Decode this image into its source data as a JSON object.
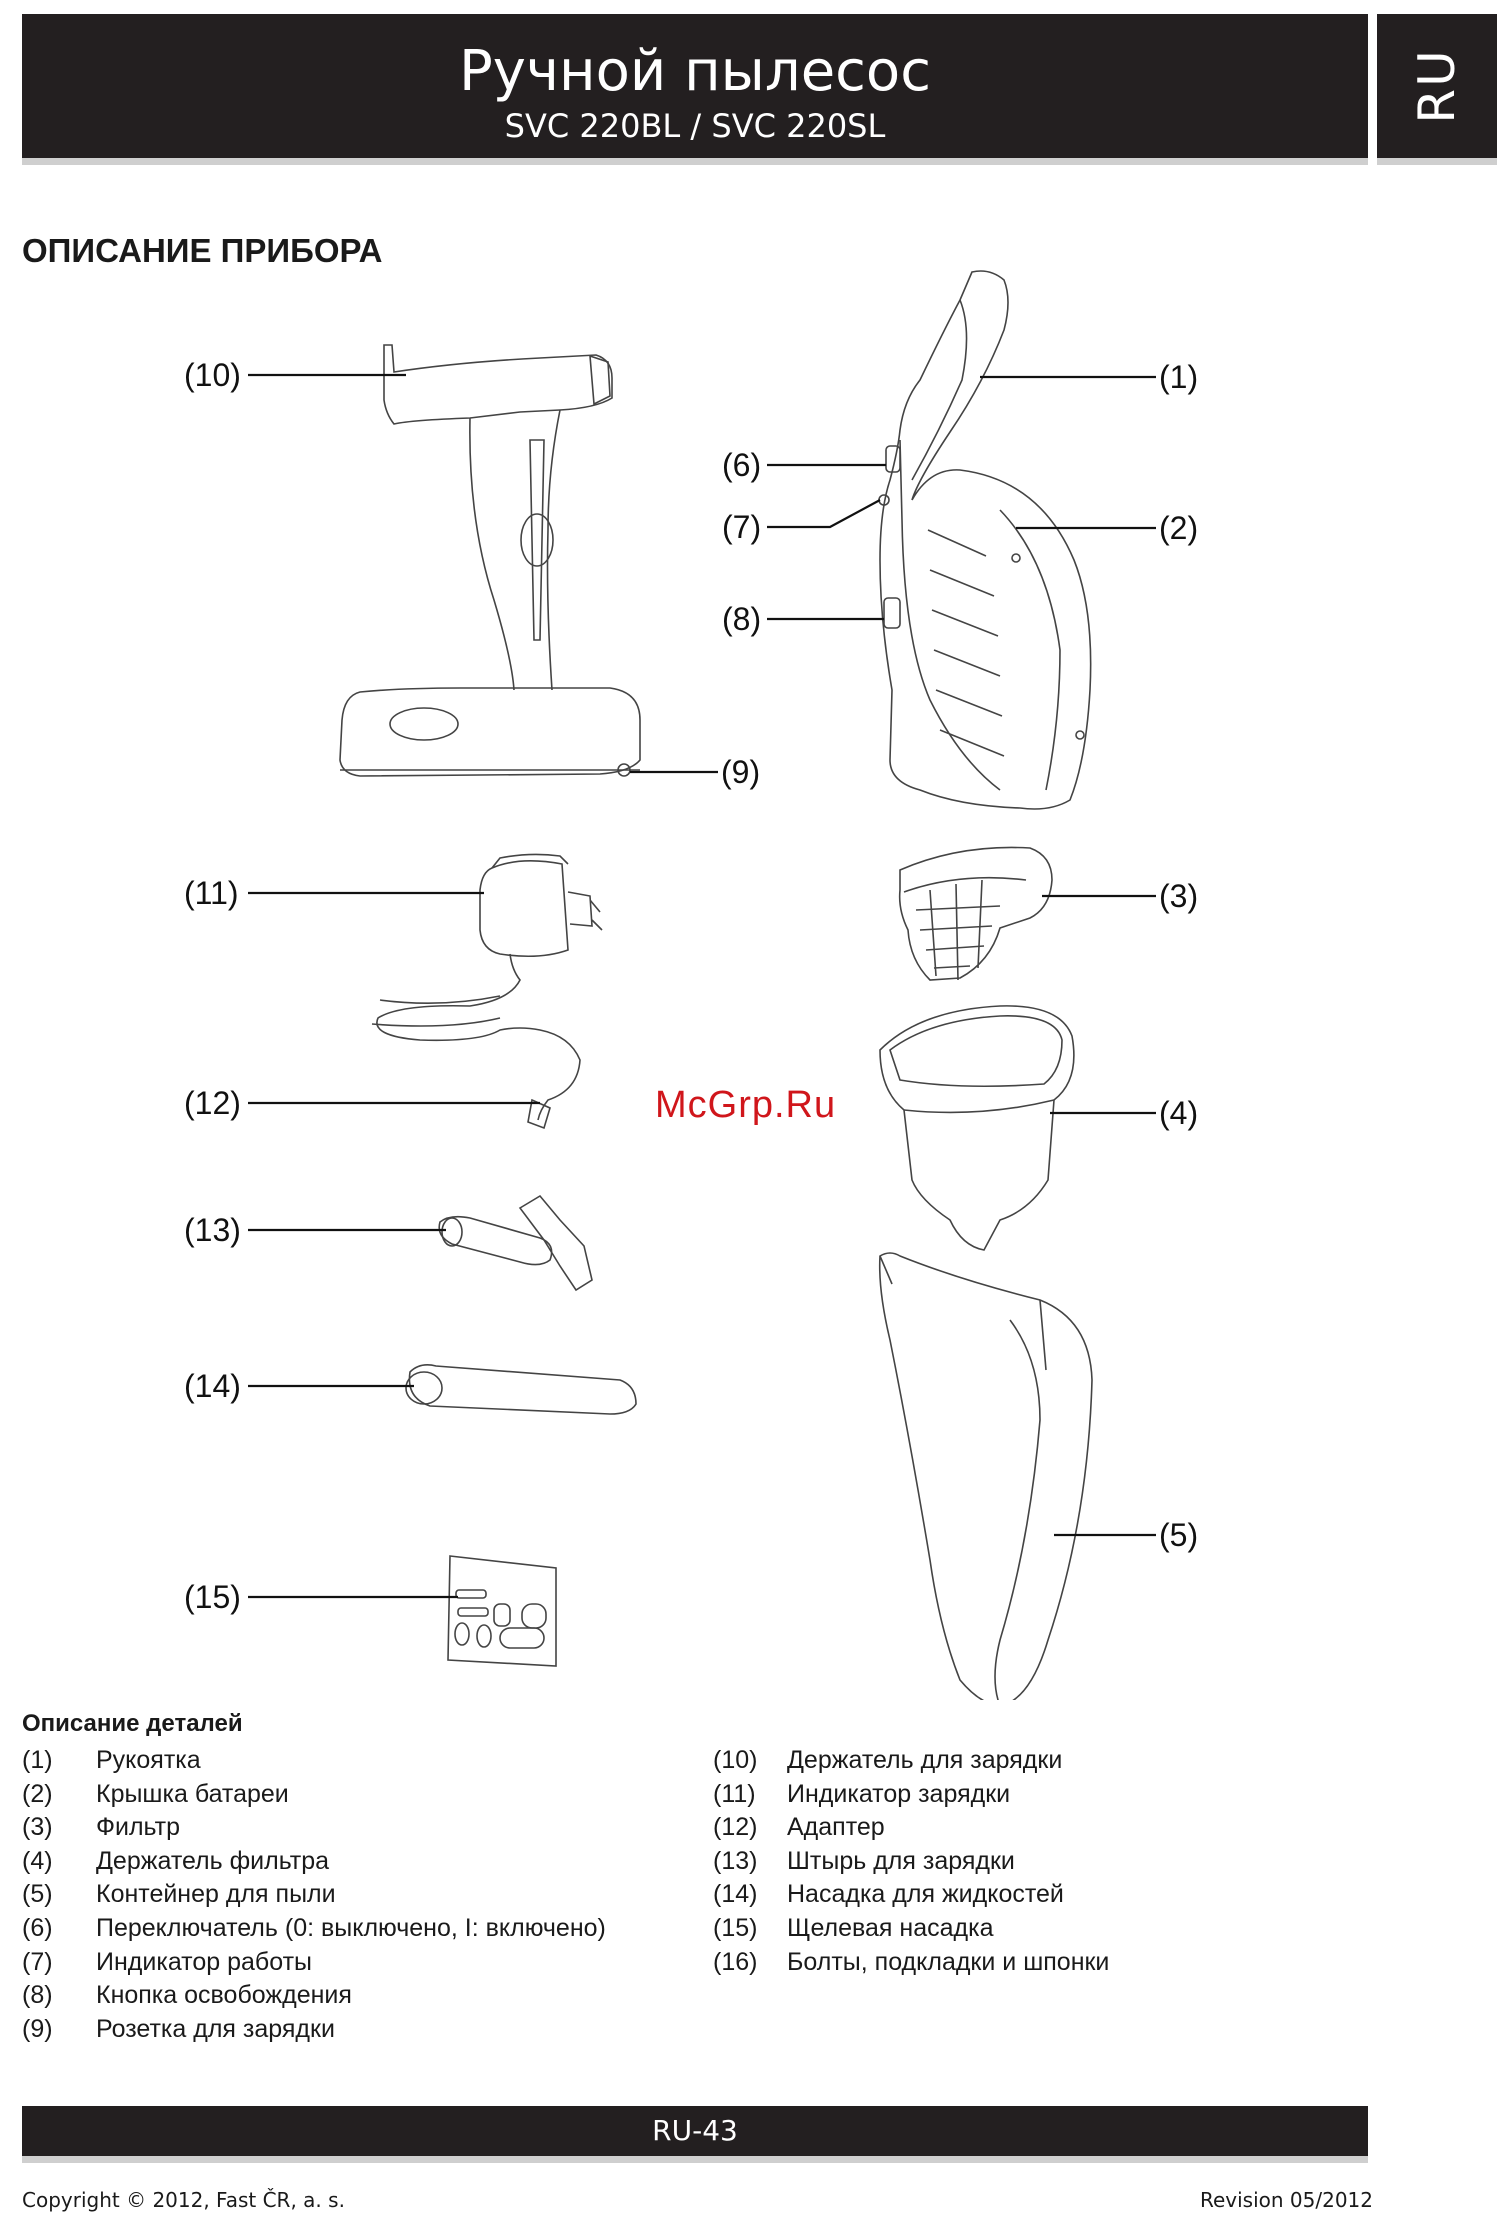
{
  "header": {
    "title": "Ручной пылесос",
    "model": "SVC 220BL / SVC 220SL",
    "language": "RU"
  },
  "section_title": "ОПИСАНИЕ ПРИБОРА",
  "callouts": {
    "c1": "(1)",
    "c2": "(2)",
    "c3": "(3)",
    "c4": "(4)",
    "c5": "(5)",
    "c6": "(6)",
    "c7": "(7)",
    "c8": "(8)",
    "c9": "(9)",
    "c10": "(10)",
    "c11": "(11)",
    "c12": "(12)",
    "c13": "(13)",
    "c14": "(14)",
    "c15": "(15)"
  },
  "watermark": "McGrp.Ru",
  "parts": {
    "title": "Описание деталей",
    "left": [
      {
        "num": "(1)",
        "label": "Рукоятка"
      },
      {
        "num": "(2)",
        "label": "Крышка батареи"
      },
      {
        "num": "(3)",
        "label": "Фильтр"
      },
      {
        "num": "(4)",
        "label": "Держатель фильтра"
      },
      {
        "num": "(5)",
        "label": "Контейнер для пыли"
      },
      {
        "num": "(6)",
        "label": "Переключатель (0: выключено, I: включено)"
      },
      {
        "num": "(7)",
        "label": "Индикатор работы"
      },
      {
        "num": "(8)",
        "label": "Кнопка освобождения"
      },
      {
        "num": "(9)",
        "label": "Розетка для зарядки"
      }
    ],
    "right": [
      {
        "num": "(10)",
        "label": "Держатель для зарядки"
      },
      {
        "num": "(11)",
        "label": "Индикатор зарядки"
      },
      {
        "num": "(12)",
        "label": "Адаптер"
      },
      {
        "num": "(13)",
        "label": "Штырь для зарядки"
      },
      {
        "num": "(14)",
        "label": "Насадка для жидкостей"
      },
      {
        "num": "(15)",
        "label": "Щелевая насадка"
      },
      {
        "num": "(16)",
        "label": "Болты, подкладки и шпонки"
      }
    ]
  },
  "footer": {
    "page": "RU-43",
    "copyright": "Copyright © 2012, Fast ČR, a. s.",
    "revision": "Revision 05/2012"
  }
}
